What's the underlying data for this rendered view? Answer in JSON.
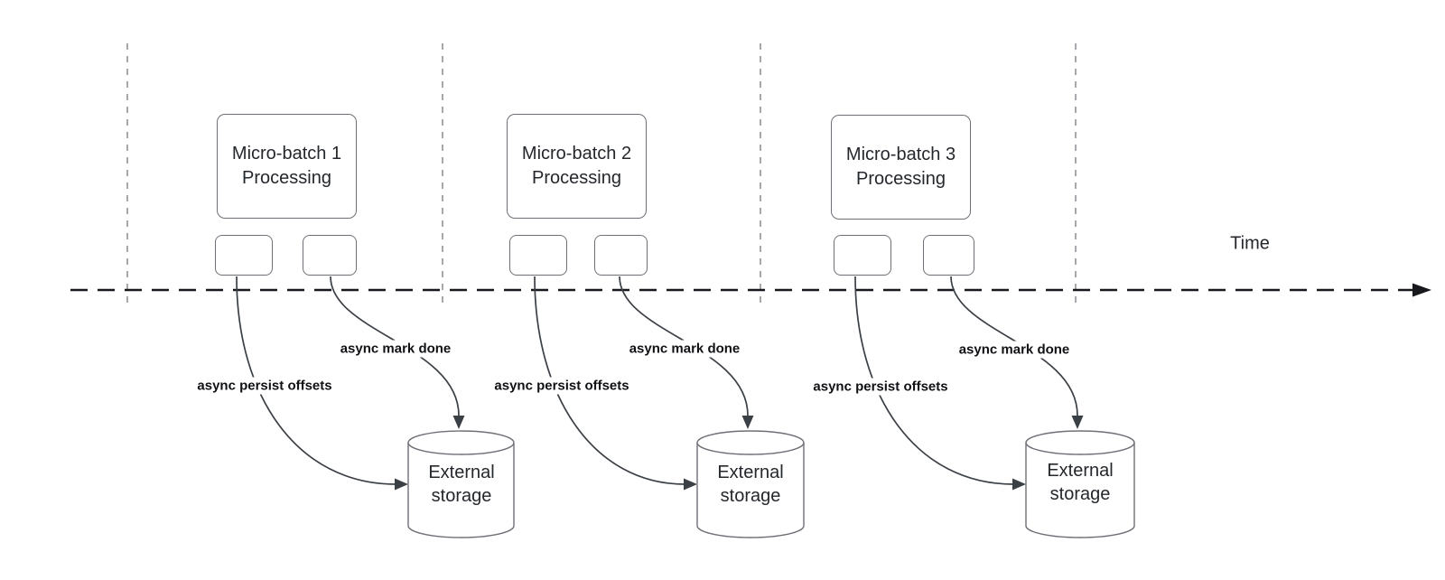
{
  "diagram": {
    "time_label": "Time",
    "batches": [
      {
        "box_line1": "Micro-batch 1",
        "box_line2": "Processing",
        "persist_label": "async persist offsets",
        "mark_done_label": "async mark done",
        "storage_line1": "External",
        "storage_line2": "storage"
      },
      {
        "box_line1": "Micro-batch 2",
        "box_line2": "Processing",
        "persist_label": "async persist offsets",
        "mark_done_label": "async mark done",
        "storage_line1": "External",
        "storage_line2": "storage"
      },
      {
        "box_line1": "Micro-batch 3",
        "box_line2": "Processing",
        "persist_label": "async persist offsets",
        "mark_done_label": "async mark done",
        "storage_line1": "External",
        "storage_line2": "storage"
      }
    ]
  },
  "colors": {
    "background": "#ffffff",
    "shape_border": "#6e7077",
    "shape_text": "#24272c",
    "edge_stroke": "#3b4046",
    "edge_label_text": "#101114",
    "timeline_stroke": "#17191c",
    "guide_stroke": "#a6a8ac"
  }
}
